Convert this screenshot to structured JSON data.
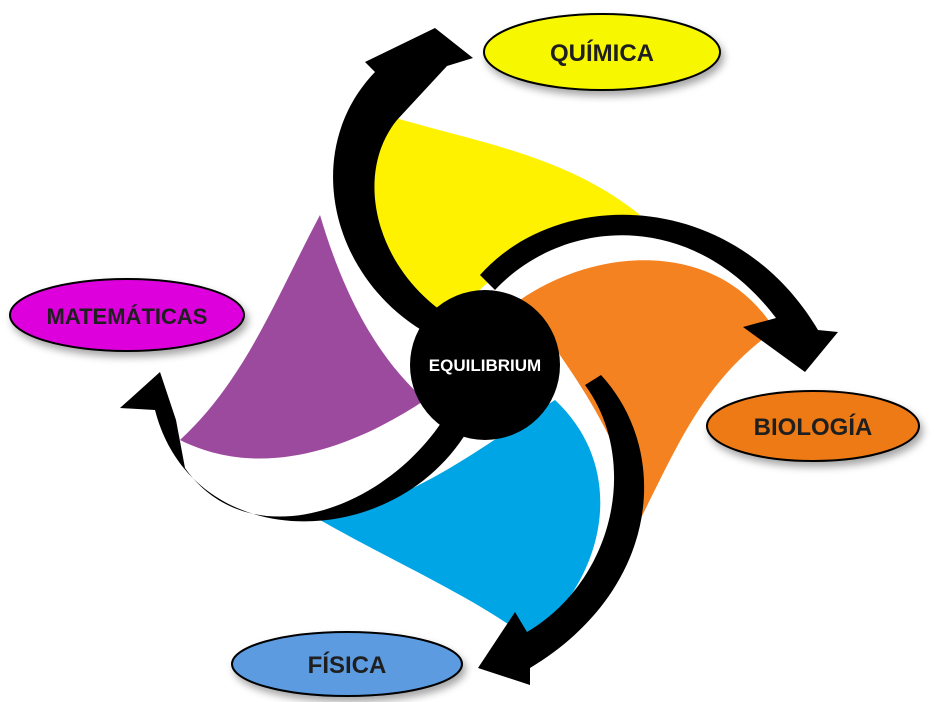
{
  "center": {
    "label": "EQUILIBRIUM"
  },
  "nodes": [
    {
      "id": "quimica",
      "label": "QUÍMICA"
    },
    {
      "id": "biologia",
      "label": "BIOLOGÍA"
    },
    {
      "id": "fisica",
      "label": "FÍSICA"
    },
    {
      "id": "matematicas",
      "label": "MATEMÁTICAS"
    }
  ],
  "colors": {
    "petal_yellow": "#FFF200",
    "petal_orange": "#F58220",
    "petal_blue": "#00A5E6",
    "petal_purple": "#9B4A9E",
    "arrow": "#000000",
    "center": "#000000",
    "quimica_fill": "#F7F700",
    "biologia_fill": "#EE7A14",
    "fisica_fill": "#5B9BE0",
    "matematicas_fill": "#DD00DD"
  }
}
